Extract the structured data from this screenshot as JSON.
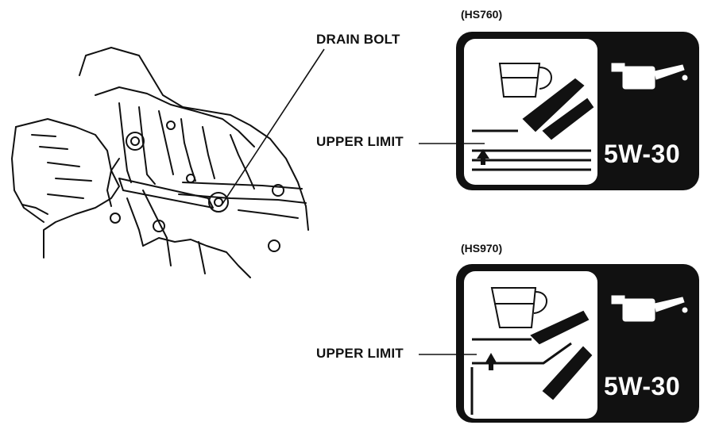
{
  "engine_illustration": {
    "drain_bolt_label": "DRAIN BOLT"
  },
  "decals": [
    {
      "model": "(HS760)",
      "upper_limit_label": "UPPER LIMIT",
      "oil_grade": "5W-30",
      "icons": [
        "oil-pour-icon",
        "dipstick-icon",
        "oil-can-icon",
        "arrow-up-icon"
      ]
    },
    {
      "model": "(HS970)",
      "upper_limit_label": "UPPER LIMIT",
      "oil_grade": "5W-30",
      "icons": [
        "oil-pour-icon",
        "dipstick-icon",
        "oil-can-icon",
        "arrow-up-icon"
      ]
    }
  ]
}
